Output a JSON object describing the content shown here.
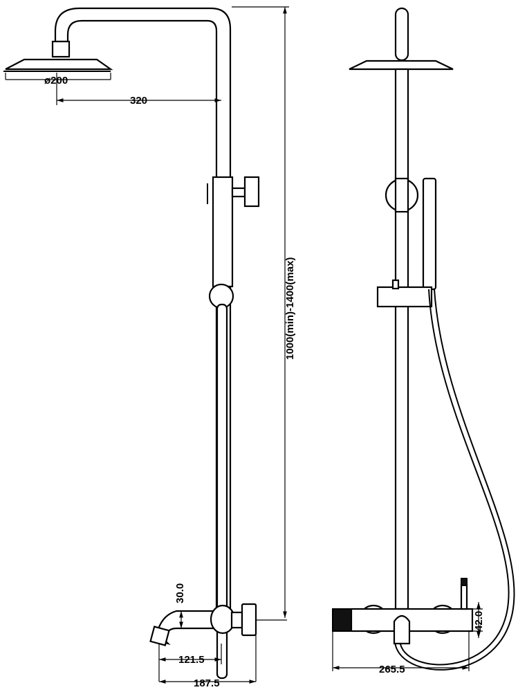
{
  "title": "Shower column technical drawing",
  "dimensions": {
    "head_diameter": "ø200",
    "arm_length": "320",
    "height_range": "1000(min)-1400(max)",
    "spout_height": "30.0",
    "spout_reach": "121.5",
    "total_depth": "187.5",
    "mixer_width": "265.5",
    "mixer_height": "42.0"
  }
}
